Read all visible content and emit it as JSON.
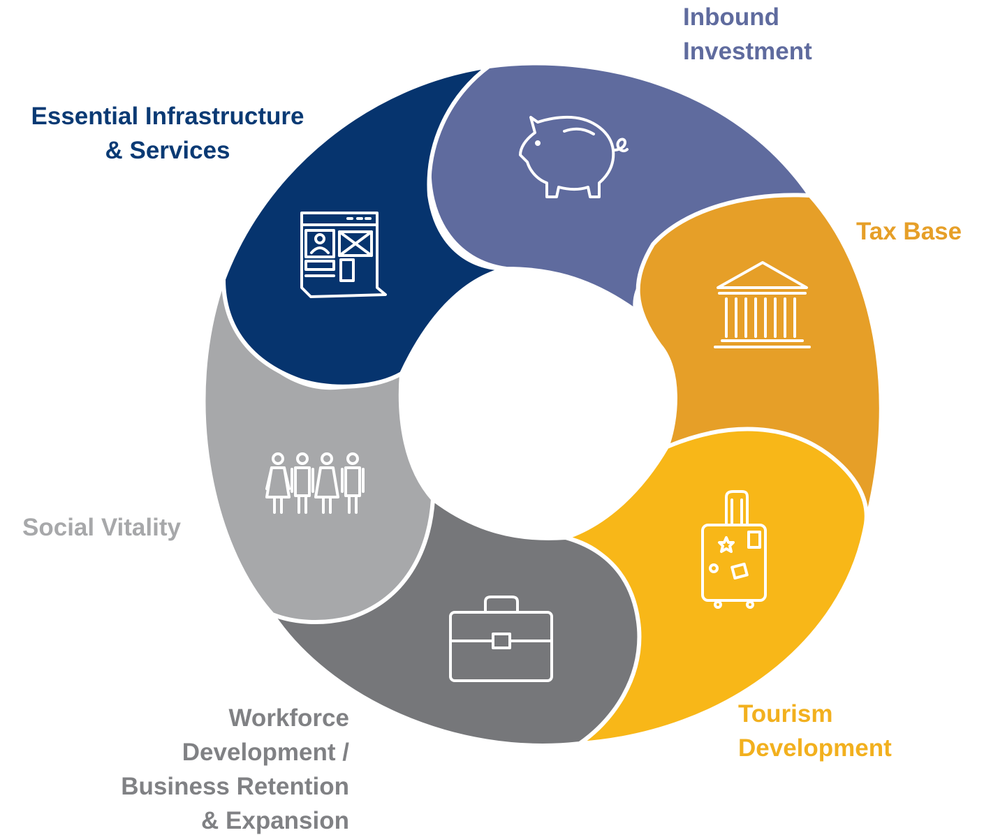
{
  "segments": [
    {
      "id": "infrastructure",
      "lines": [
        "Essential Infrastructure",
        "& Services"
      ],
      "color": "#06346E",
      "label_color": "#0A3A74",
      "icon": "web-page-icon"
    },
    {
      "id": "inbound",
      "lines": [
        "Inbound",
        "Investment"
      ],
      "color": "#5F6B9E",
      "label_color": "#5F6B9E",
      "icon": "piggy-bank-icon"
    },
    {
      "id": "tax",
      "lines": [
        "Tax Base"
      ],
      "color": "#E69F28",
      "label_color": "#E69F28",
      "icon": "bank-building-icon"
    },
    {
      "id": "tourism",
      "lines": [
        "Tourism",
        "Development"
      ],
      "color": "#F8B718",
      "label_color": "#F2B01E",
      "icon": "suitcase-icon"
    },
    {
      "id": "workforce",
      "lines": [
        "Workforce",
        "Development /",
        "Business Retention",
        "& Expansion"
      ],
      "color": "#76777A",
      "label_color": "#808184",
      "icon": "briefcase-icon"
    },
    {
      "id": "social",
      "lines": [
        "Social Vitality"
      ],
      "color": "#A7A8AA",
      "label_color": "#A7A8AA",
      "icon": "people-group-icon"
    }
  ]
}
